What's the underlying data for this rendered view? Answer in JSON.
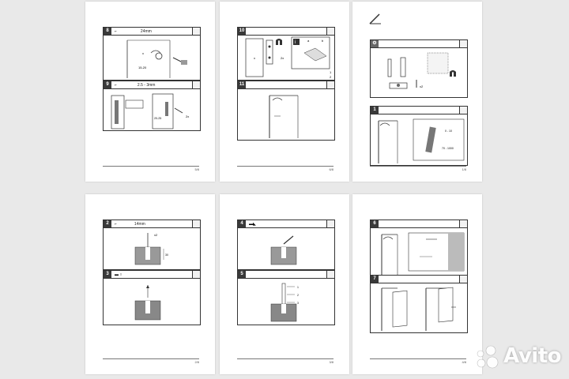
{
  "pages": [
    {
      "page_number": "5/8",
      "steps": [
        {
          "number": "8",
          "spec": "24mm",
          "dims": [
            "x",
            "15-20"
          ]
        },
        {
          "number": "9",
          "spec": "2.5 - 3mm",
          "dims": [
            "20-25"
          ],
          "count": "2x"
        }
      ]
    },
    {
      "page_number": "6/8",
      "steps": [
        {
          "number": "10",
          "dims": [
            "x",
            "a",
            "b",
            "2x",
            "1",
            "2"
          ]
        },
        {
          "number": "11"
        }
      ]
    },
    {
      "page_number": "1/8",
      "steps": [
        {
          "number": "",
          "count": "x2"
        },
        {
          "number": "1",
          "dims": [
            "0 - 10",
            "70 - 1000"
          ]
        }
      ]
    },
    {
      "page_number": "2/8",
      "steps": [
        {
          "number": "2",
          "spec": "14mm",
          "dims": [
            "x2",
            "30"
          ]
        },
        {
          "number": "3"
        }
      ]
    },
    {
      "page_number": "3/8",
      "steps": [
        {
          "number": "4"
        },
        {
          "number": "5",
          "dims": [
            "1",
            "2",
            "3"
          ]
        }
      ]
    },
    {
      "page_number": "4/8",
      "steps": [
        {
          "number": "6"
        },
        {
          "number": "7"
        }
      ]
    }
  ],
  "watermark": {
    "text": "Avito",
    "icon": "avito-dots-icon",
    "color": "#ffffff"
  }
}
